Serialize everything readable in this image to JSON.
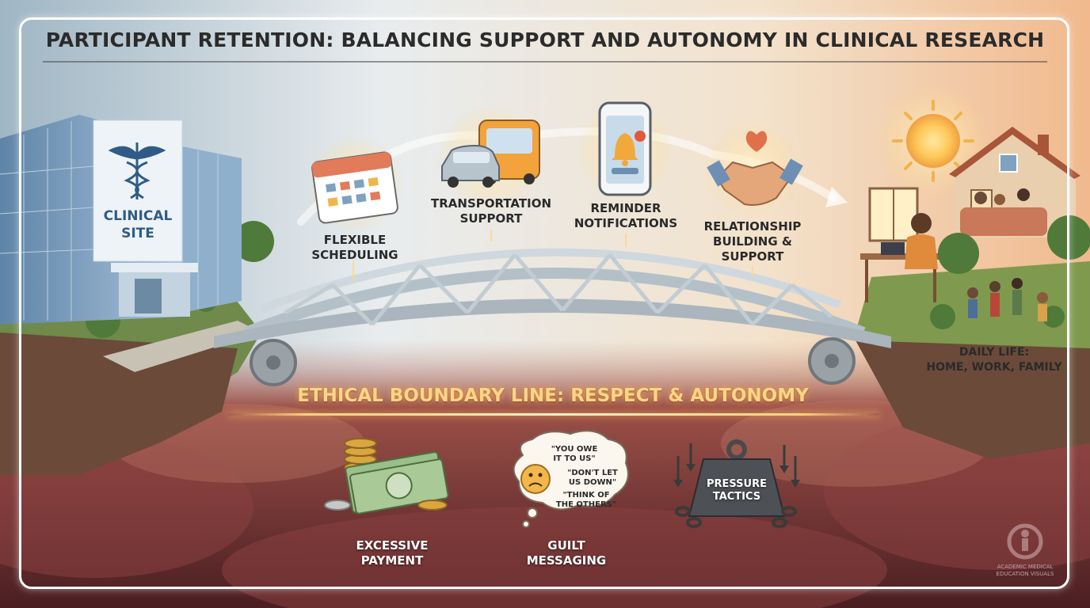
{
  "title": "PARTICIPANT RETENTION: BALANCING SUPPORT AND AUTONOMY IN CLINICAL RESEARCH",
  "clinical_site": {
    "label": "CLINICAL\nSITE"
  },
  "supports": [
    {
      "label": "FLEXIBLE\nSCHEDULING"
    },
    {
      "label": "TRANSPORTATION\nSUPPORT"
    },
    {
      "label": "REMINDER\nNOTIFICATIONS"
    },
    {
      "label": "RELATIONSHIP\nBUILDING &\nSUPPORT"
    }
  ],
  "daily_life": {
    "label": "DAILY LIFE:\nHOME, WORK, FAMILY"
  },
  "boundary": {
    "label": "ETHICAL BOUNDARY LINE: RESPECT & AUTONOMY"
  },
  "pressures": [
    {
      "label": "EXCESSIVE\nPAYMENT"
    },
    {
      "label": "GUILT\nMESSAGING"
    },
    {
      "label": "PRESSURE\nTACTICS"
    }
  ],
  "guilt_quotes": [
    {
      "text": "\"YOU OWE\nIT TO US\""
    },
    {
      "text": "\"DON'T LET\nUS DOWN\""
    },
    {
      "text": "\"THINK OF\nTHE OTHERS\""
    }
  ],
  "watermark": {
    "text": "ACADEMIC MEDICAL\nEDUCATION VISUALS"
  },
  "colors": {
    "sky_top": "#e9eef2",
    "warm_right": "#f5c89a",
    "abyss": "#7a2e2e",
    "glow": "#ffd27a",
    "building": "#7fa3c4"
  }
}
